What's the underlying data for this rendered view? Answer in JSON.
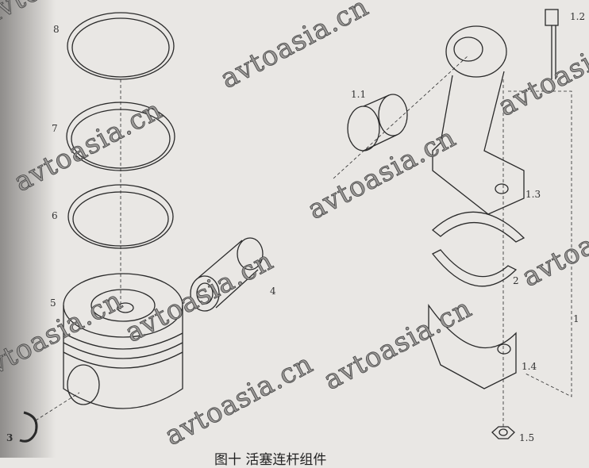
{
  "labels": {
    "l8": "8",
    "l7": "7",
    "l6": "6",
    "l5": "5",
    "l4": "4",
    "l3": "3",
    "l1_1": "1.1",
    "l1_2": "1.2",
    "l1_3": "1.3",
    "l2": "2",
    "l1": "1",
    "l1_4": "1.4",
    "l1_5": "1.5"
  },
  "watermark": "avtoasia.cn",
  "caption": "图十 活塞连杆组件"
}
